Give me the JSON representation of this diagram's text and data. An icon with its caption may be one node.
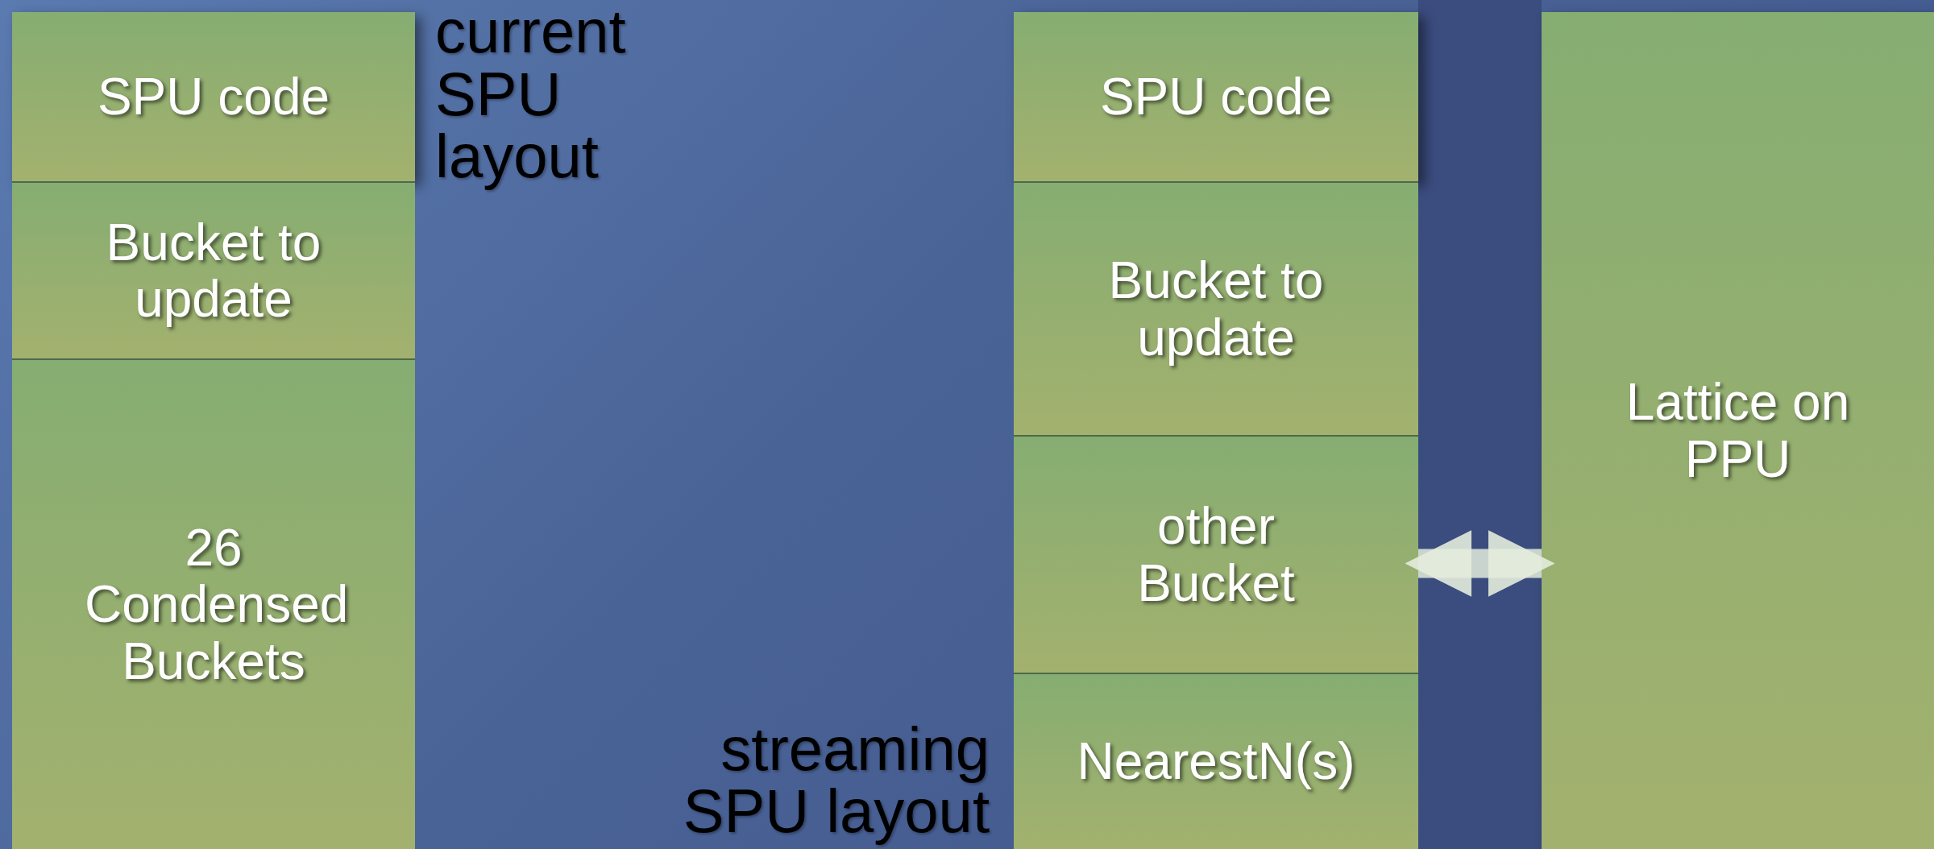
{
  "diagram": {
    "nodes": [
      {
        "text": [
          "SPU code"
        ]
      },
      {
        "text": [
          "Bucket to update"
        ]
      },
      {
        "text": [
          "26 Condensed Buckets"
        ]
      },
      {
        "text": [
          "SPU code"
        ]
      },
      {
        "text": [
          "Bucket to update"
        ]
      },
      {
        "text": [
          "other Bucket"
        ]
      },
      {
        "text": [
          "NearestN(s)"
        ]
      },
      {
        "text": [
          "Lattice on PPU"
        ]
      }
    ],
    "edges": [
      {
        "from": 5,
        "to": 7,
        "arrow": "both"
      }
    ],
    "labels": [
      "current SPU layout",
      "streaming SPU layout"
    ]
  }
}
